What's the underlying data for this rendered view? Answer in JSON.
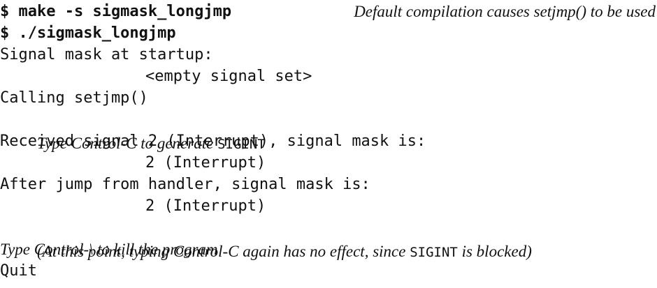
{
  "lines": {
    "l1": {
      "command": "$ make -s sigmask_longjmp",
      "note": "Default compilation causes setjmp() to be used"
    },
    "l2": "$ ./sigmask_longjmp",
    "l3": "Signal mask at startup:",
    "l4": "<empty signal set>",
    "l5": "Calling setjmp()",
    "l6": {
      "pre": "Type Control-C to generate ",
      "mono": "SIGINT"
    },
    "l7": "Received signal 2 (Interrupt), signal mask is:",
    "l8": "2 (Interrupt)",
    "l9": "After jump from handler, signal mask is:",
    "l10": "2 (Interrupt)",
    "l11": {
      "pre": "(At this point, typing Control-C again has no effect, since ",
      "mono": "SIGINT",
      "post": " is blocked)"
    },
    "l12": "Type Control-\\ to kill the program",
    "l13": "Quit"
  }
}
